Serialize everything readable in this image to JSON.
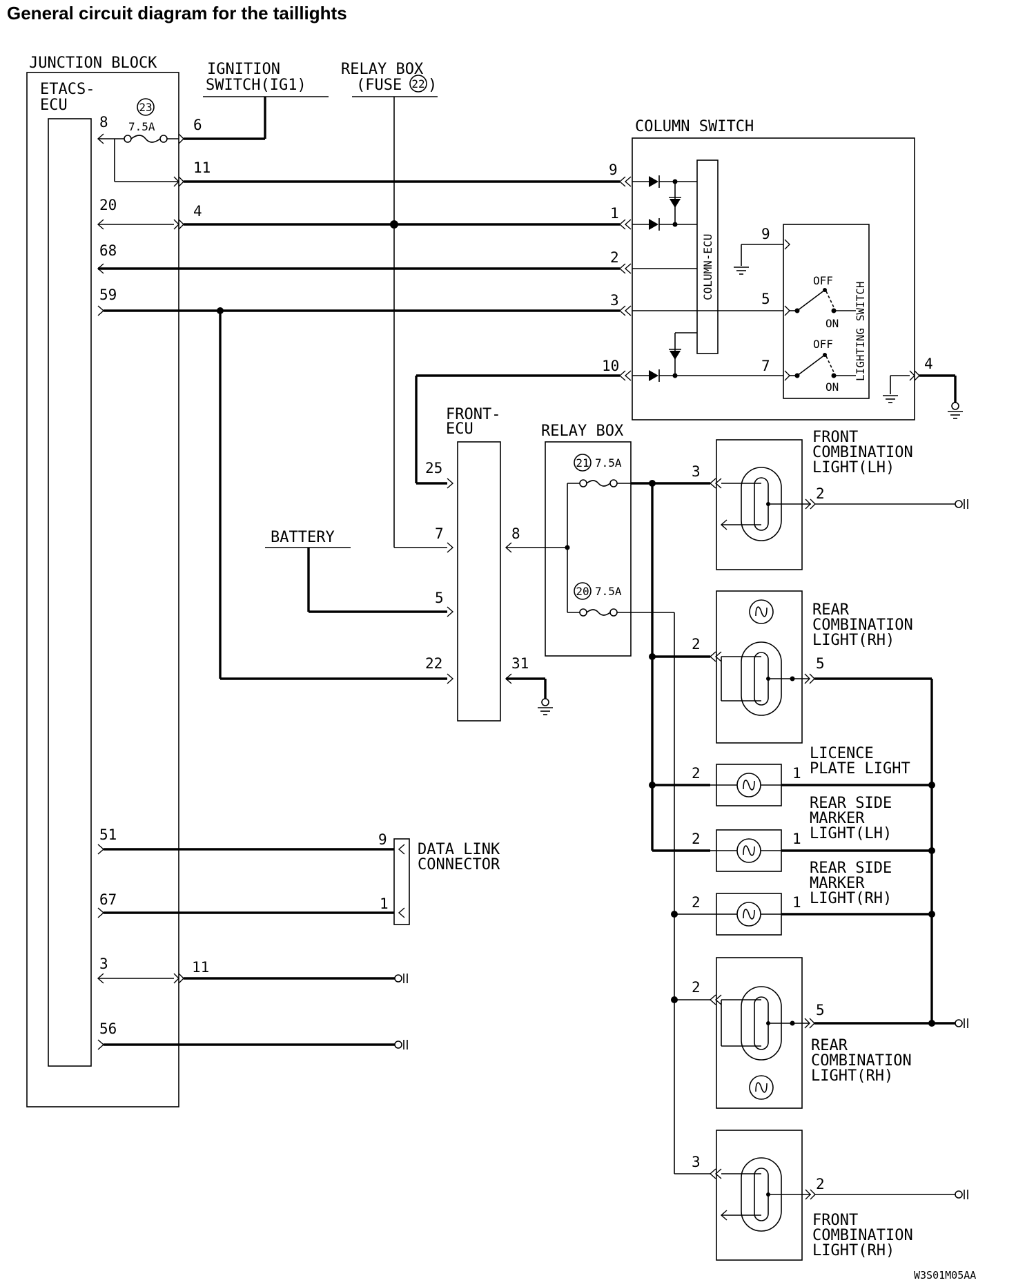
{
  "title": "General circuit diagram for the taillights",
  "figure_code": "W3S01M05AA",
  "components": {
    "junction_block": "JUNCTION BLOCK",
    "etacs_ecu": [
      "ETACS-",
      "ECU"
    ],
    "ignition_switch": [
      "IGNITION",
      "SWITCH(IG1)"
    ],
    "relay_box_fuse": [
      "RELAY BOX",
      "(FUSE"
    ],
    "fuse_22": "22",
    "column_switch": "COLUMN SWITCH",
    "column_ecu": "COLUMN-ECU",
    "lighting_switch": "LIGHTING SWITCH",
    "front_ecu": [
      "FRONT-",
      "ECU"
    ],
    "relay_box": "RELAY BOX",
    "battery": "BATTERY",
    "data_link_connector": [
      "DATA LINK",
      "CONNECTOR"
    ],
    "front_combination_lh": [
      "FRONT",
      "COMBINATION",
      "LIGHT(LH)"
    ],
    "rear_combination_rh_upper": [
      "REAR",
      "COMBINATION",
      "LIGHT(RH)"
    ],
    "licence_plate_light": [
      "LICENCE",
      "PLATE LIGHT"
    ],
    "rear_side_marker_lh": [
      "REAR SIDE",
      "MARKER",
      "LIGHT(LH)"
    ],
    "rear_side_marker_rh": [
      "REAR SIDE",
      "MARKER",
      "LIGHT(RH)"
    ],
    "rear_combination_rh_lower": [
      "REAR",
      "COMBINATION",
      "LIGHT(RH)"
    ],
    "front_combination_rh": [
      "FRONT",
      "COMBINATION",
      "LIGHT(RH)"
    ]
  },
  "fuses": {
    "f23": {
      "number": "23",
      "rating": "7.5A"
    },
    "f21": {
      "number": "21",
      "rating": "7.5A"
    },
    "f20": {
      "number": "20",
      "rating": "7.5A"
    }
  },
  "switch_states": {
    "off": "OFF",
    "on": "ON"
  },
  "pins": {
    "etacs": [
      "8",
      "20",
      "68",
      "59",
      "51",
      "67",
      "3",
      "56"
    ],
    "junction_out": [
      "6",
      "11",
      "4",
      "11"
    ],
    "column_switch": [
      "9",
      "1",
      "2",
      "3",
      "10",
      "4"
    ],
    "lighting_switch": [
      "9",
      "5",
      "7"
    ],
    "front_ecu_in": [
      "25",
      "7",
      "5",
      "22"
    ],
    "front_ecu_out": [
      "8",
      "31"
    ],
    "data_link": [
      "9",
      "1"
    ],
    "front_combination_lh": [
      "3",
      "2"
    ],
    "rear_combination_rh_upper": [
      "2",
      "5"
    ],
    "licence_plate": [
      "2",
      "1"
    ],
    "marker_lh": [
      "2",
      "1"
    ],
    "marker_rh": [
      "2",
      "1"
    ],
    "rear_combination_rh_lower": [
      "2",
      "5"
    ],
    "front_combination_rh": [
      "3",
      "2"
    ]
  }
}
